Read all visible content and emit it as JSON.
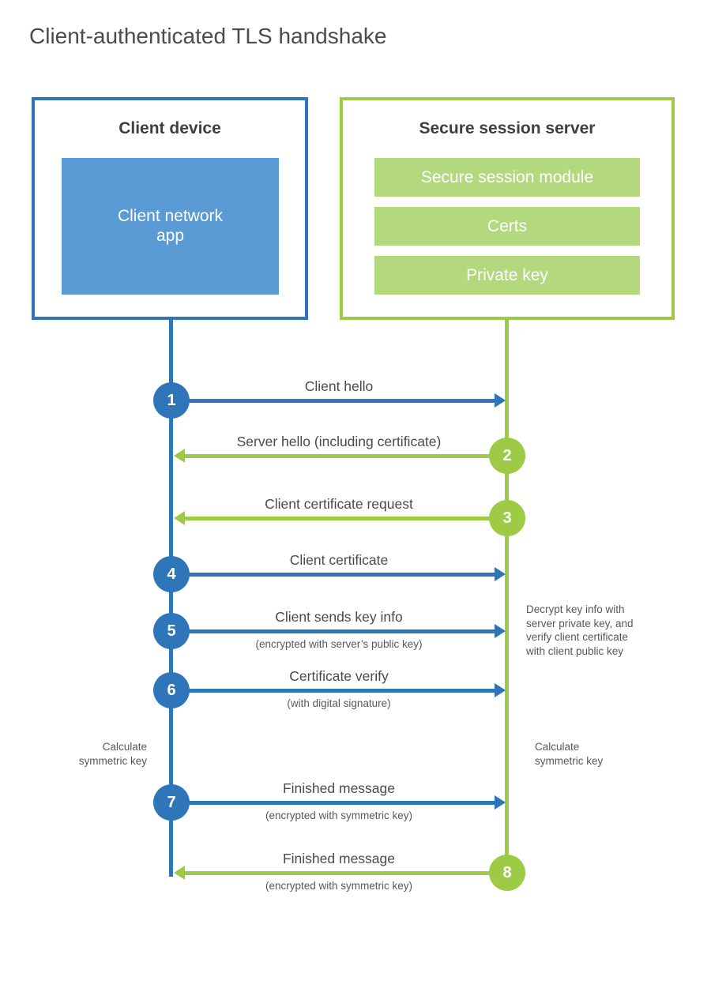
{
  "title": "Client-authenticated TLS handshake",
  "colors": {
    "blue": "#2e76b9",
    "blue_light": "#5b9bd5",
    "green": "#9dcb45",
    "green_light": "#b4d87d"
  },
  "client_device": {
    "title": "Client device",
    "app": "Client network\napp"
  },
  "server": {
    "title": "Secure session server",
    "modules": [
      "Secure session module",
      "Certs",
      "Private key"
    ]
  },
  "steps": [
    {
      "num": "1",
      "direction": "client-to-server",
      "label": "Client hello",
      "sub": ""
    },
    {
      "num": "2",
      "direction": "server-to-client",
      "label": "Server hello (including certificate)",
      "sub": ""
    },
    {
      "num": "3",
      "direction": "server-to-client",
      "label": "Client certificate request",
      "sub": ""
    },
    {
      "num": "4",
      "direction": "client-to-server",
      "label": "Client certificate",
      "sub": ""
    },
    {
      "num": "5",
      "direction": "client-to-server",
      "label": "Client sends key info",
      "sub": "(encrypted with server’s public key)"
    },
    {
      "num": "6",
      "direction": "client-to-server",
      "label": "Certificate verify",
      "sub": "(with digital signature)"
    },
    {
      "num": "7",
      "direction": "client-to-server",
      "label": "Finished message",
      "sub": "(encrypted with symmetric key)"
    },
    {
      "num": "8",
      "direction": "server-to-client",
      "label": "Finished message",
      "sub": "(encrypted with symmetric key)"
    }
  ],
  "notes": {
    "decrypt": "Decrypt key info with\nserver private key, and\nverify client certificate\nwith client public key",
    "calc_left": "Calculate\nsymmetric key",
    "calc_right": "Calculate\nsymmetric key"
  }
}
